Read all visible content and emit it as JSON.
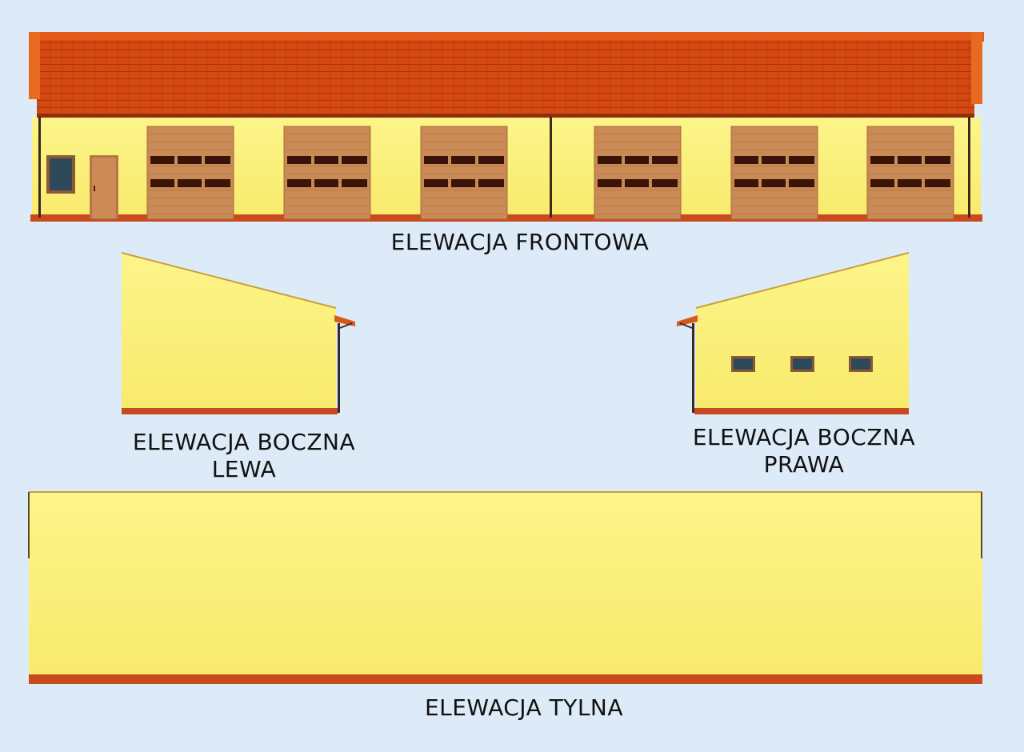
{
  "labels": {
    "front": "ELEWACJA FRONTOWA",
    "left_line1": "ELEWACJA BOCZNA",
    "left_line2": "LEWA",
    "right_line1": "ELEWACJA BOCZNA",
    "right_line2": "PRAWA",
    "rear": "ELEWACJA TYLNA"
  },
  "colors": {
    "background": "#dcebf7",
    "wall": "#fbf07a",
    "roof": "#d64a12",
    "roof_tile_line": "#a8340b",
    "garage_door": "#c98a55",
    "door_window_strip": "#3a1408",
    "plinth": "#c84a1e",
    "gutter": "#3b2a22"
  },
  "front_elevation": {
    "garage_door_count": 6,
    "window_strips_per_door": 2,
    "panes_per_strip": 3
  },
  "side_right_elevation": {
    "window_count": 3
  }
}
